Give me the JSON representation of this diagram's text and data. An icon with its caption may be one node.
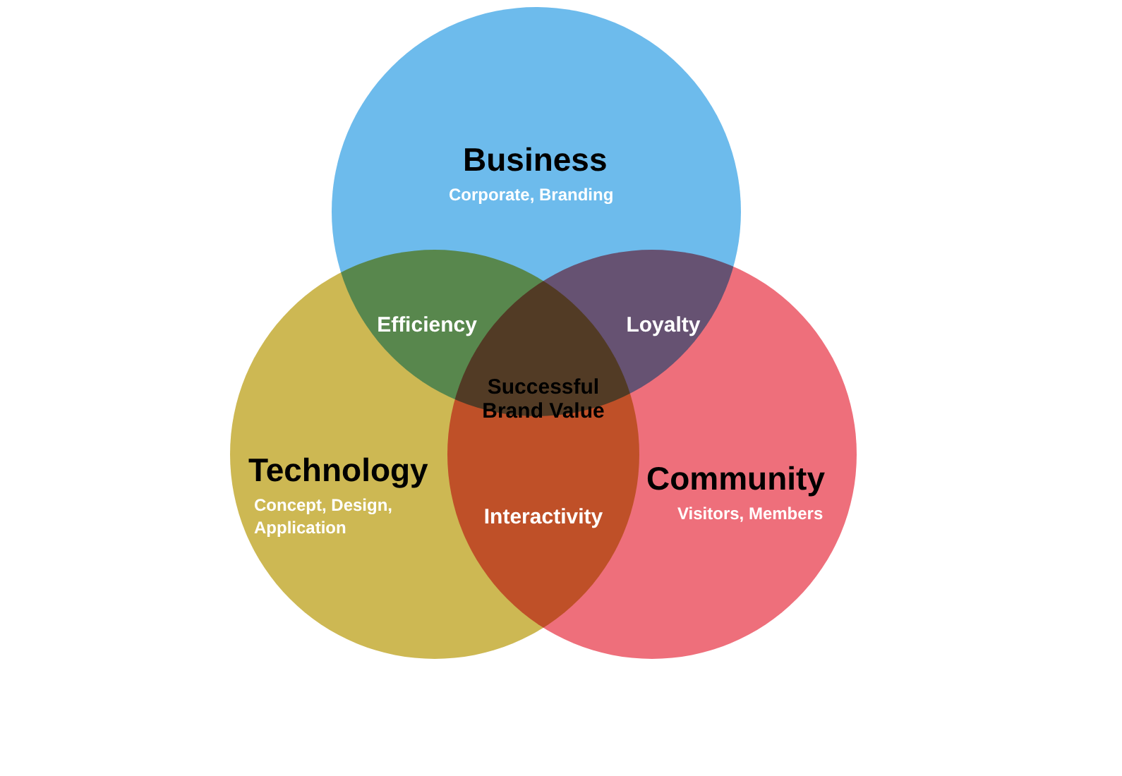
{
  "diagram": {
    "nodes": [
      {
        "text": [
          "Business",
          "Corporate, Branding"
        ]
      },
      {
        "text": [
          "Technology",
          "Concept, Design, Application"
        ]
      },
      {
        "text": [
          "Community",
          "Visitors, Members"
        ]
      }
    ],
    "labels": [
      "Efficiency",
      "Loyalty",
      "Successful Brand Value",
      "Interactivity"
    ]
  }
}
